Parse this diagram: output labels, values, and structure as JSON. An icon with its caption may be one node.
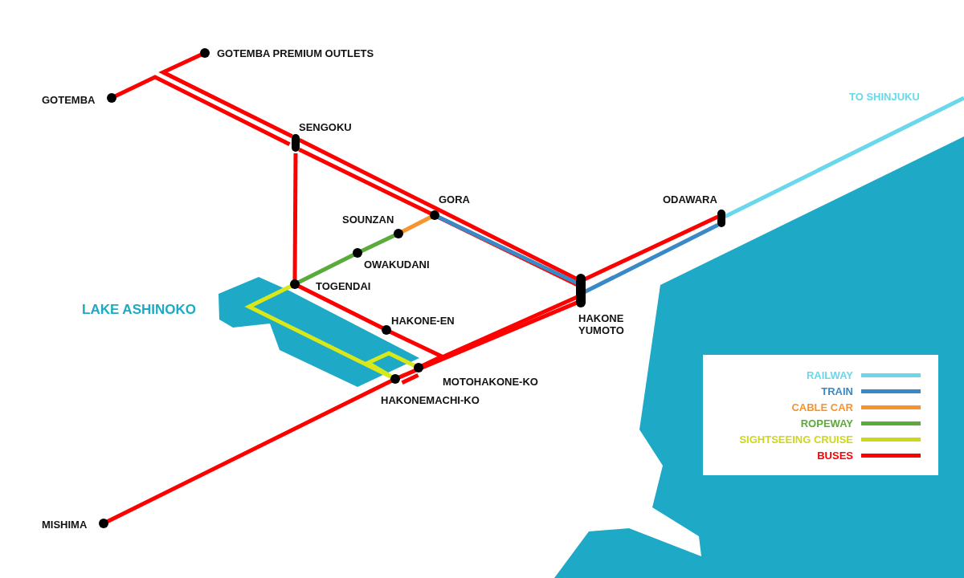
{
  "diagram": {
    "nodes": [
      {
        "text": [
          "GOTEMBA PREMIUM OUTLETS"
        ]
      },
      {
        "text": [
          "GOTEMBA"
        ]
      },
      {
        "text": [
          "SENGOKU"
        ]
      },
      {
        "text": [
          "GORA"
        ]
      },
      {
        "text": [
          "SOUNZAN"
        ]
      },
      {
        "text": [
          "OWAKUDANI"
        ]
      },
      {
        "text": [
          "TOGENDAI"
        ]
      },
      {
        "text": [
          "HAKONE-EN"
        ]
      },
      {
        "text": [
          "ODAWARA"
        ]
      },
      {
        "text": [
          "HAKONE YUMOTO"
        ]
      },
      {
        "text": [
          "MOTOHAKONE-KO"
        ]
      },
      {
        "text": [
          "HAKONEMACHI-KO"
        ]
      },
      {
        "text": [
          "MISHIMA"
        ]
      }
    ],
    "edges": [
      {
        "from": 1,
        "to": 2,
        "arrow": "none"
      },
      {
        "from": 0,
        "to": 2,
        "arrow": "none"
      },
      {
        "from": 2,
        "to": 9,
        "arrow": "none"
      },
      {
        "from": 2,
        "to": 9,
        "arrow": "none"
      },
      {
        "from": 2,
        "to": 6,
        "arrow": "none"
      },
      {
        "from": 6,
        "to": 7,
        "arrow": "none"
      },
      {
        "from": 7,
        "to": 10,
        "arrow": "none"
      },
      {
        "from": 10,
        "to": 9,
        "arrow": "none"
      },
      {
        "from": 11,
        "to": 10,
        "arrow": "none"
      },
      {
        "from": 12,
        "to": 11,
        "arrow": "none"
      },
      {
        "from": 11,
        "to": 9,
        "arrow": "none"
      },
      {
        "from": 9,
        "to": 8,
        "arrow": "none"
      },
      {
        "from": 3,
        "to": 9,
        "arrow": "none",
        "color": "#3a88c6"
      },
      {
        "from": 9,
        "to": 8,
        "arrow": "none",
        "color": "#3a88c6"
      },
      {
        "from": 4,
        "to": 3,
        "arrow": "none",
        "color": "#f7942d"
      },
      {
        "from": 6,
        "to": 5,
        "arrow": "none",
        "color": "#5aab3a"
      },
      {
        "from": 5,
        "to": 4,
        "arrow": "none",
        "color": "#5aab3a"
      },
      {
        "from": 6,
        "to": 11,
        "arrow": "none",
        "color": "#d8e81a"
      },
      {
        "from": 11,
        "to": 10,
        "arrow": "none",
        "color": "#d8e81a"
      },
      {
        "from": 8,
        "to": null,
        "arrow": "none",
        "color": "#6ad8ea",
        "label": "TO SHINJUKU"
      }
    ],
    "labels": [
      "LAKE ASHINOKO"
    ],
    "legend": [
      {
        "text": "RAILWAY",
        "color": "#6ad8ea"
      },
      {
        "text": "TRAIN",
        "color": "#3a88c6"
      },
      {
        "text": "CABLE CAR",
        "color": "#f7942d"
      },
      {
        "text": "ROPEWAY",
        "color": "#5aab3a"
      },
      {
        "text": "SIGHTSEEING CRUISE",
        "color": "#cfd71a"
      },
      {
        "text": "BUSES",
        "color": "#ff0000"
      }
    ]
  }
}
